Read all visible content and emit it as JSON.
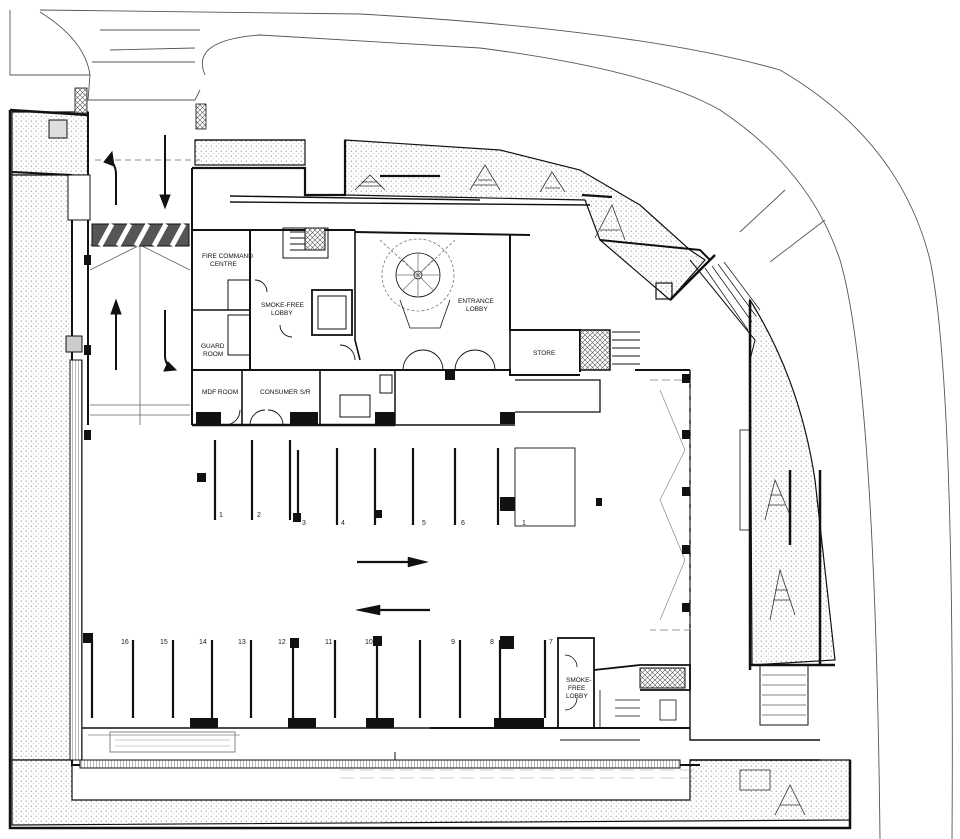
{
  "rooms": {
    "fire_command_1": "FIRE COMMAND",
    "fire_command_2": "CENTRE",
    "smoke_free_1": "SMOKE-FREE",
    "smoke_free_2": "LOBBY",
    "entrance_1": "ENTRANCE",
    "entrance_2": "LOBBY",
    "store": "STORE",
    "guard_1": "GUARD",
    "guard_2": "ROOM",
    "mdf": "MDF ROOM",
    "consumer": "CONSUMER S/R",
    "smoke_free_s_1": "SMOKE-",
    "smoke_free_s_2": "FREE",
    "smoke_free_s_3": "LOBBY"
  },
  "parking": {
    "top_row": [
      "1",
      "2",
      "3",
      "4",
      "5",
      "6",
      "1"
    ],
    "bottom_row": [
      "16",
      "15",
      "14",
      "13",
      "12",
      "11",
      "10",
      "9",
      "8",
      "7"
    ]
  },
  "colors": {
    "line": "#111111",
    "thin": "#555555",
    "hatch_fill": "#f3f3f3",
    "dot": "#777777"
  }
}
